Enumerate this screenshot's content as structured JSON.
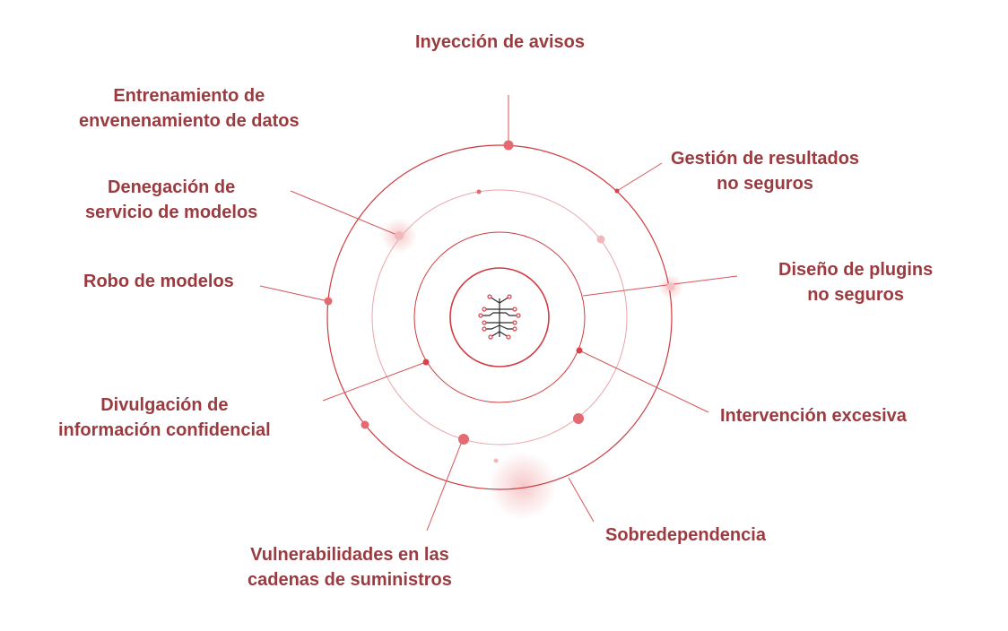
{
  "colors": {
    "text": "#9b3a3f",
    "ring": "#cf3b40",
    "ring_light": "#e8a6a9",
    "dot": "#d8414a",
    "glow": "#f4b7ba"
  },
  "center_icon": "circuit-tree-icon",
  "labels": {
    "prompt_injection": [
      "Inyección de avisos"
    ],
    "training_poisoning": [
      "Entrenamiento de",
      "envenenamiento de datos"
    ],
    "insecure_output": [
      "Gestión de resultados",
      "no seguros"
    ],
    "model_dos": [
      "Denegación de",
      "servicio de modelos"
    ],
    "insecure_plugins": [
      "Diseño de plugins",
      "no seguros"
    ],
    "model_theft": [
      "Robo de modelos"
    ],
    "excessive_agency": [
      "Intervención excesiva"
    ],
    "info_disclosure": [
      "Divulgación de",
      "información confidencial"
    ],
    "overreliance": [
      "Sobredependencia"
    ],
    "supply_chain": [
      "Vulnerabilidades en las",
      "cadenas de suministros"
    ]
  }
}
